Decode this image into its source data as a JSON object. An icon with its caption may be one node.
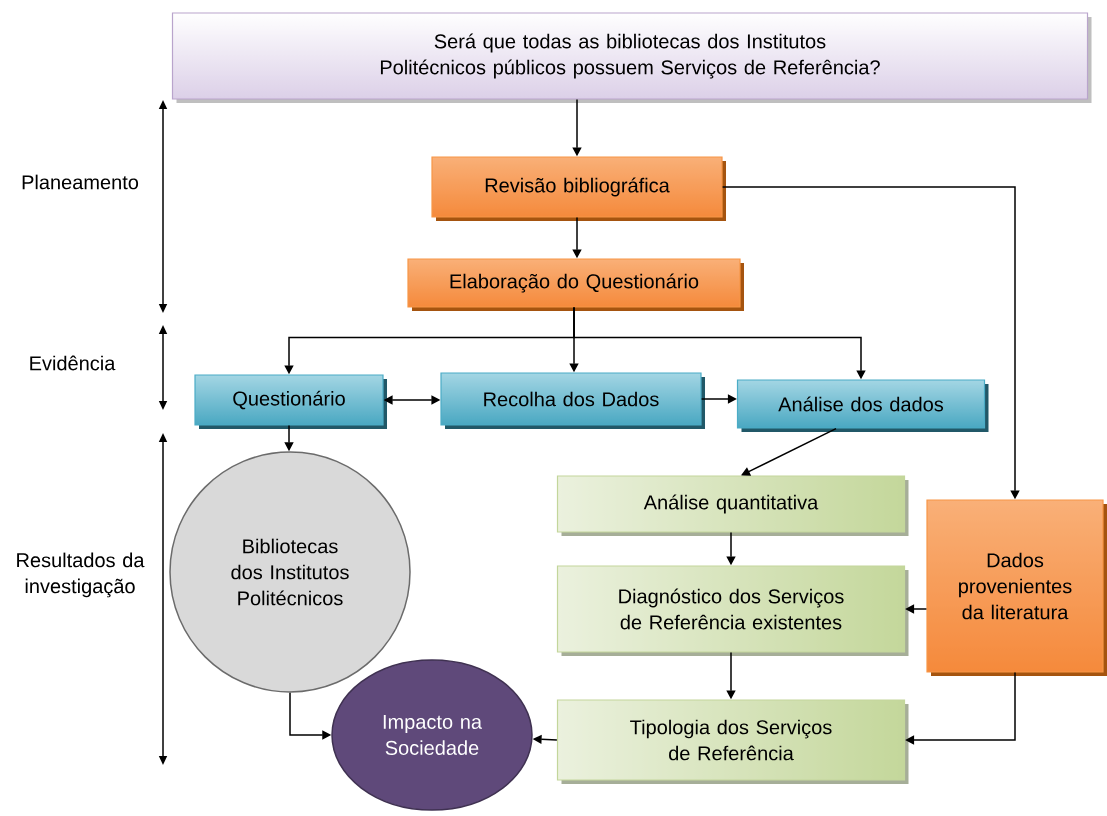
{
  "diagram": {
    "nodes": [
      {
        "text": [
          "Será que todas as bibliotecas dos Institutos Politécnicos públicos possuem Serviços de Referência?"
        ]
      },
      {
        "text": [
          "Revisão bibliográfica"
        ]
      },
      {
        "text": [
          "Elaboração do Questionário"
        ]
      },
      {
        "text": [
          "Questionário"
        ]
      },
      {
        "text": [
          "Recolha dos Dados"
        ]
      },
      {
        "text": [
          "Análise dos dados"
        ]
      },
      {
        "text": [
          "Bibliotecas dos Institutos Politécnicos"
        ]
      },
      {
        "text": [
          "Análise quantitativa"
        ]
      },
      {
        "text": [
          "Dados provenientes da literatura"
        ]
      },
      {
        "text": [
          "Diagnóstico dos Serviços de Referência existentes"
        ]
      },
      {
        "text": [
          "Tipologia dos Serviços de Referência"
        ]
      },
      {
        "text": [
          "Impacto na Sociedade"
        ]
      }
    ],
    "edges": [
      {
        "from": 0,
        "to": 1,
        "arrow": "to"
      },
      {
        "from": 1,
        "to": 2,
        "arrow": "to"
      },
      {
        "from": 1,
        "to": 8,
        "arrow": "to"
      },
      {
        "from": 2,
        "to": 3,
        "arrow": "to"
      },
      {
        "from": 2,
        "to": 4,
        "arrow": "to"
      },
      {
        "from": 2,
        "to": 5,
        "arrow": "to"
      },
      {
        "from": 3,
        "to": 4,
        "arrow": "both"
      },
      {
        "from": 4,
        "to": 5,
        "arrow": "to"
      },
      {
        "from": 3,
        "to": 6,
        "arrow": "to"
      },
      {
        "from": 5,
        "to": 7,
        "arrow": "to"
      },
      {
        "from": 7,
        "to": 9,
        "arrow": "to"
      },
      {
        "from": 8,
        "to": 9,
        "arrow": "to"
      },
      {
        "from": 9,
        "to": 10,
        "arrow": "to"
      },
      {
        "from": 8,
        "to": 10,
        "arrow": "to"
      },
      {
        "from": 6,
        "to": 11,
        "arrow": "to"
      },
      {
        "from": 10,
        "to": 11,
        "arrow": "to"
      }
    ],
    "labels": [
      "Planeamento",
      "Evidência",
      "Resultados da investigação"
    ]
  }
}
